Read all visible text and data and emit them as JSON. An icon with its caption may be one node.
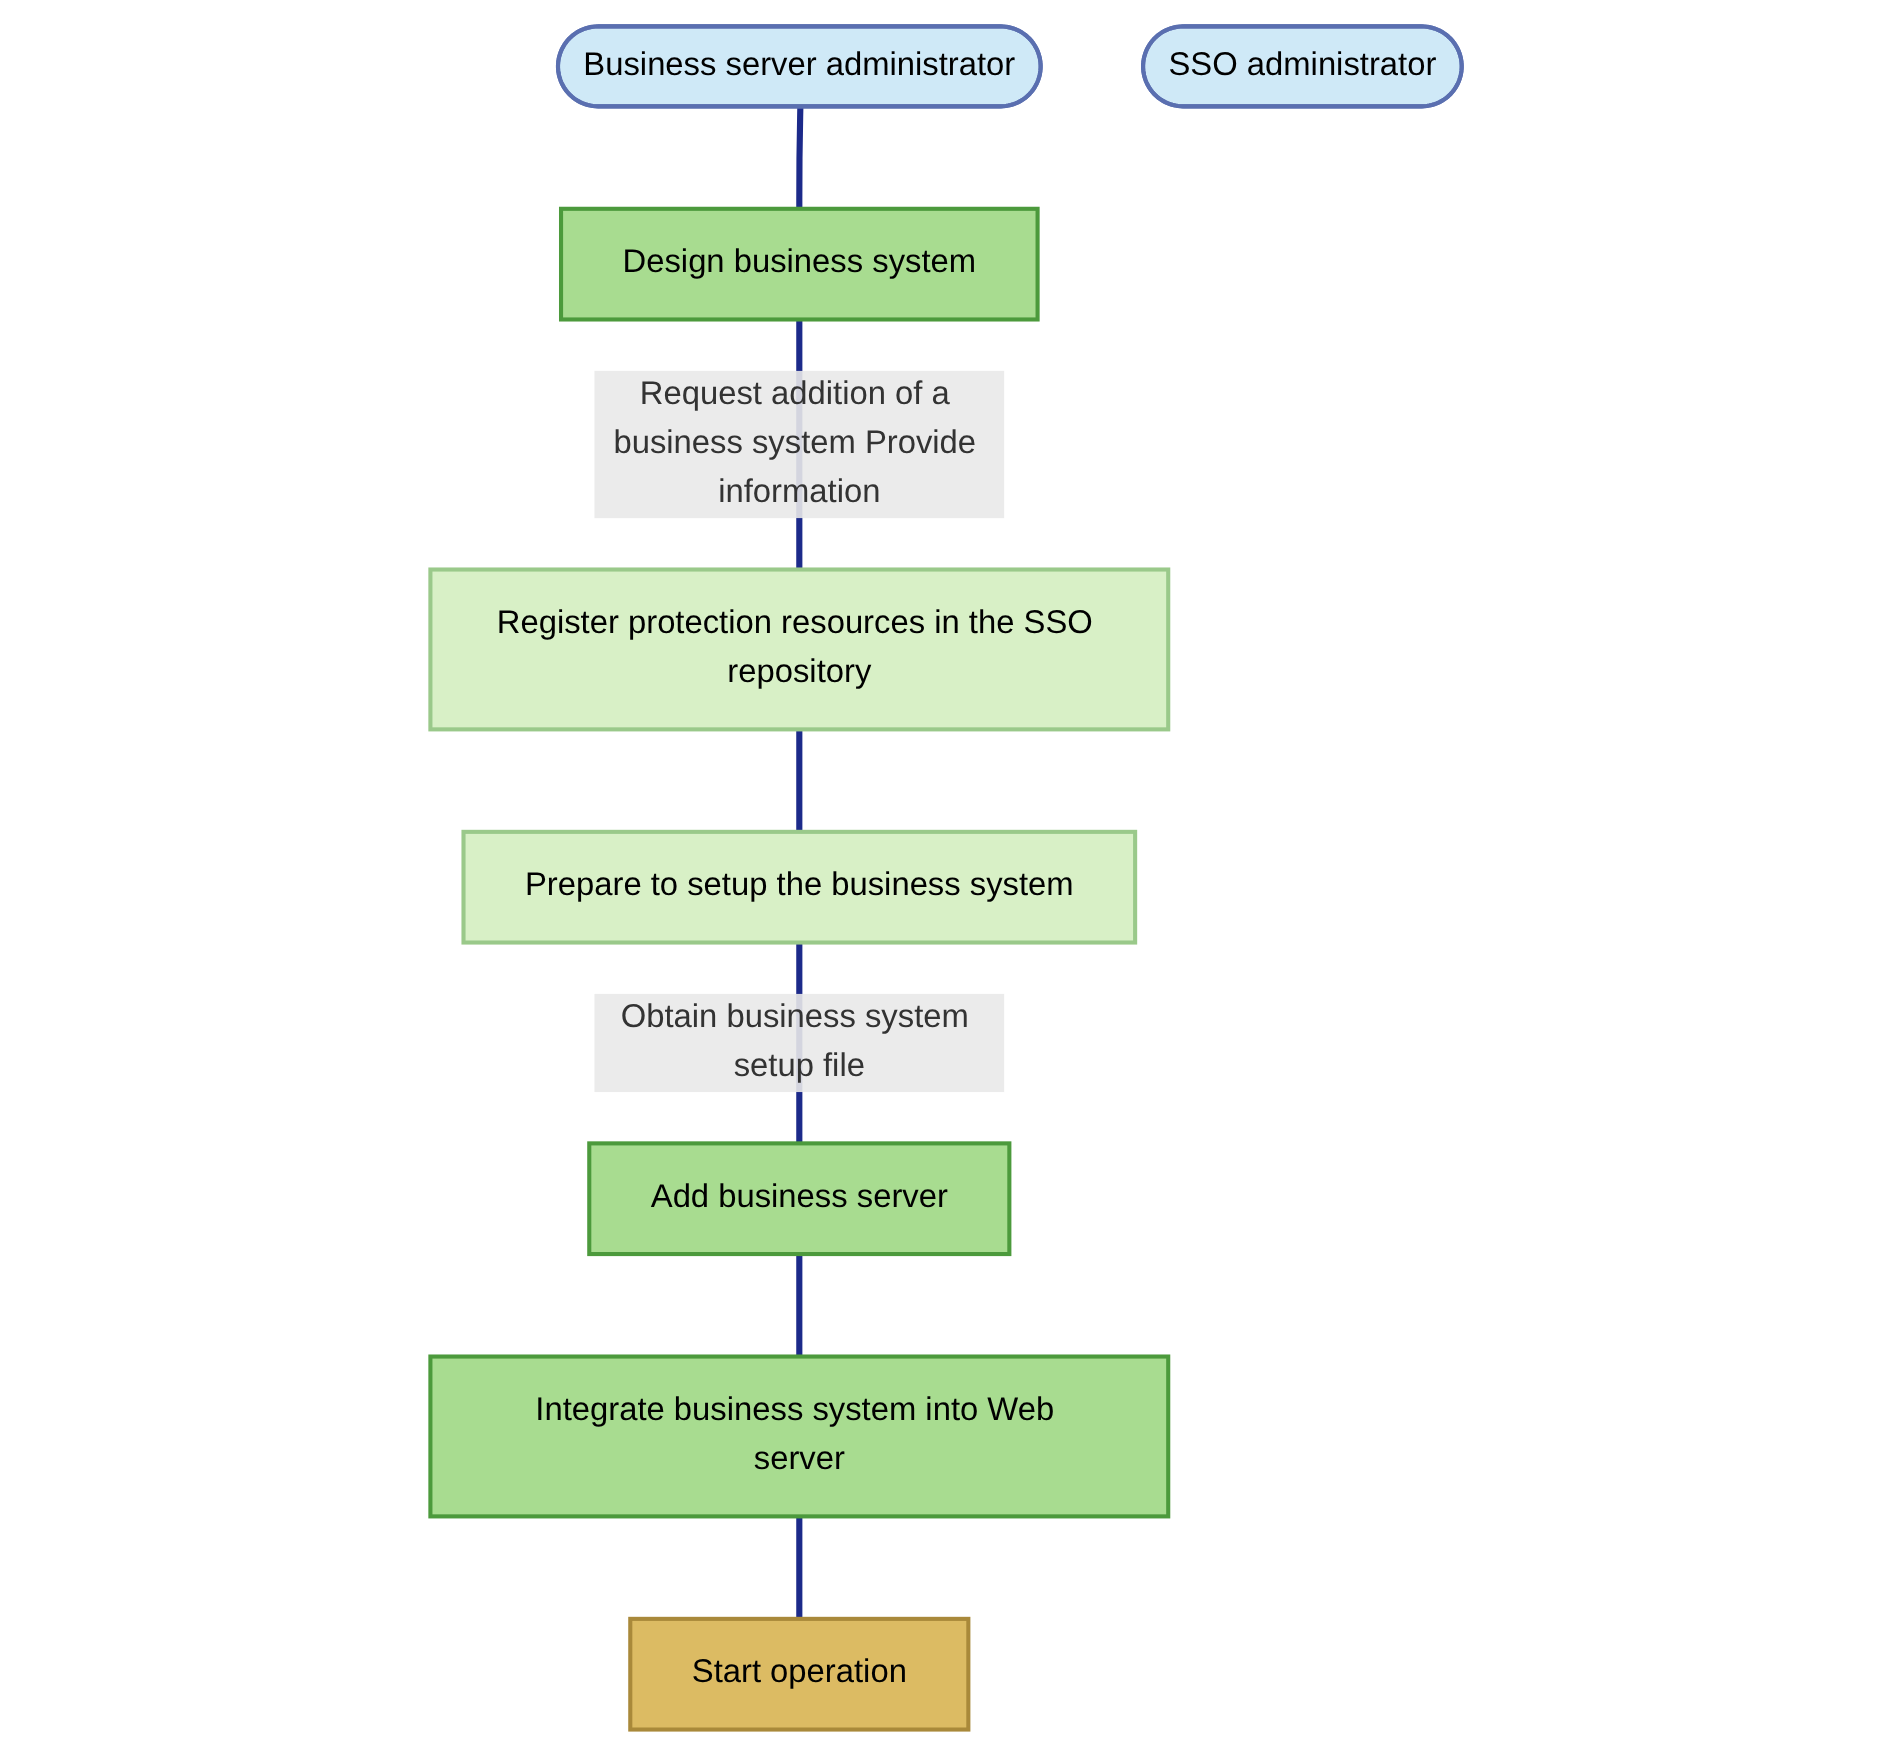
{
  "diagram": {
    "nodes": [
      {
        "text": [
          "Business server administrator"
        ]
      },
      {
        "text": [
          "SSO administrator"
        ]
      },
      {
        "text": [
          "Design business system"
        ]
      },
      {
        "text": [
          "Register protection resources in the SSO repository"
        ]
      },
      {
        "text": [
          "Prepare to setup the business system"
        ]
      },
      {
        "text": [
          "Add business server"
        ]
      },
      {
        "text": [
          "Integrate business system into Web server"
        ]
      },
      {
        "text": [
          "Start operation"
        ]
      }
    ],
    "edges": [
      {
        "from": 0,
        "to": 2,
        "arrow": "none"
      },
      {
        "from": 2,
        "to": 3,
        "arrow": "none",
        "label": "Request addition of a business system Provide information"
      },
      {
        "from": 3,
        "to": 4,
        "arrow": "none"
      },
      {
        "from": 4,
        "to": 5,
        "arrow": "none",
        "label": "Obtain business system setup file"
      },
      {
        "from": 5,
        "to": 6,
        "arrow": "none"
      },
      {
        "from": 6,
        "to": 7,
        "arrow": "none"
      }
    ]
  }
}
